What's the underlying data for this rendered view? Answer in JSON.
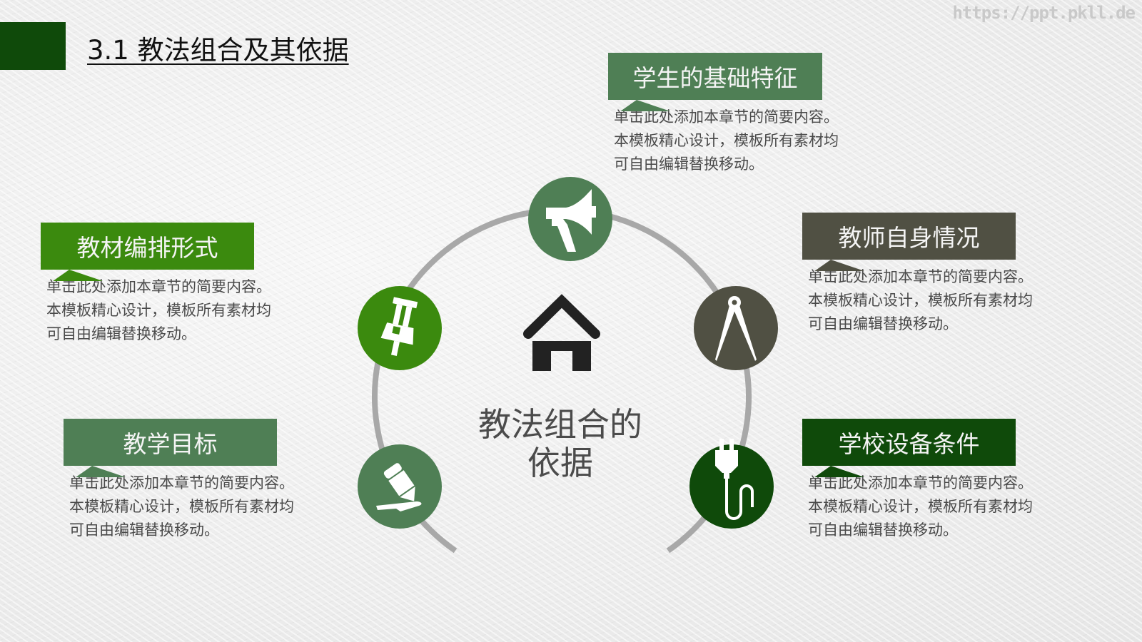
{
  "slide": {
    "title": "3.1 教法组合及其依据",
    "watermark": "https://ppt.pkll.de",
    "title_block_color": "#0f4a0a"
  },
  "center": {
    "icon": "home-icon",
    "line1": "教法组合的",
    "line2": "依据"
  },
  "ring": {
    "stroke_color": "#a8a8a8"
  },
  "cards": [
    {
      "id": "students",
      "label": "学生的基础特征",
      "color": "#4f7f55",
      "icon": "megaphone-icon",
      "body": [
        "单击此处添加本章节的简要内容。",
        "本模板精心设计，模板所有素材均",
        "可自由编辑替换移动。"
      ]
    },
    {
      "id": "materials",
      "label": "教材编排形式",
      "color": "#3b8a0e",
      "icon": "pushpin-icon",
      "body": [
        "单击此处添加本章节的简要内容。",
        "本模板精心设计，模板所有素材均",
        "可自由编辑替换移动。"
      ]
    },
    {
      "id": "teacher",
      "label": "教师自身情况",
      "color": "#505043",
      "icon": "compass-icon",
      "body": [
        "单击此处添加本章节的简要内容。",
        "本模板精心设计，模板所有素材均",
        "可自由编辑替换移动。"
      ]
    },
    {
      "id": "goals",
      "label": "教学目标",
      "color": "#4f7f55",
      "icon": "pencil-icon",
      "body": [
        "单击此处添加本章节的简要内容。",
        "本模板精心设计，模板所有素材均",
        "可自由编辑替换移动。"
      ]
    },
    {
      "id": "equipment",
      "label": "学校设备条件",
      "color": "#0f4a0a",
      "icon": "plug-icon",
      "body": [
        "单击此处添加本章节的简要内容。",
        "本模板精心设计，模板所有素材均",
        "可自由编辑替换移动。"
      ]
    }
  ]
}
